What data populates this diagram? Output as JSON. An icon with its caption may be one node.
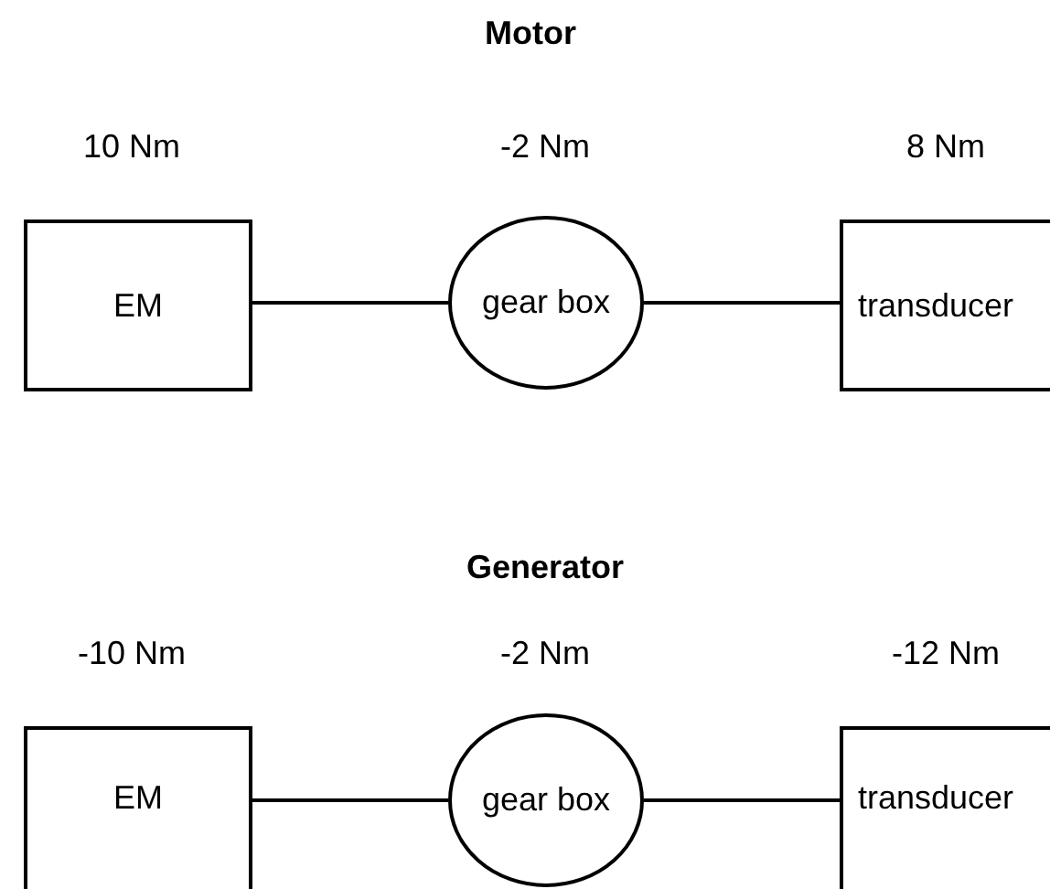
{
  "diagram": {
    "nodes": [
      {
        "text": [
          "EM"
        ],
        "beside": [
          "10 Nm"
        ]
      },
      {
        "text": [
          "gear box"
        ],
        "beside": [
          "-2 Nm"
        ]
      },
      {
        "text": [
          "transducer"
        ],
        "beside": [
          "8 Nm"
        ]
      },
      {
        "text": [
          "EM"
        ],
        "beside": [
          "-10 Nm"
        ]
      },
      {
        "text": [
          "gear box"
        ],
        "beside": [
          "-2 Nm"
        ]
      },
      {
        "text": [
          "transducer"
        ],
        "beside": [
          "-12 Nm"
        ]
      }
    ],
    "edges": [
      {
        "from": 0,
        "to": 1,
        "arrow": "none"
      },
      {
        "from": 1,
        "to": 2,
        "arrow": "none"
      },
      {
        "from": 3,
        "to": 4,
        "arrow": "none"
      },
      {
        "from": 4,
        "to": 5,
        "arrow": "none"
      }
    ],
    "labels": [
      "Motor",
      "Generator"
    ]
  }
}
